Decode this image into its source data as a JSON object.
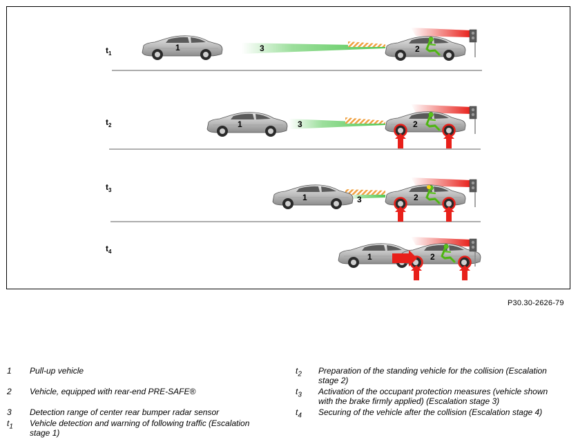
{
  "figure_code": "P30.30-2626-79",
  "callouts": {
    "pullup": "1",
    "equipped": "2",
    "range": "3"
  },
  "stages": [
    {
      "label_base": "t",
      "label_sub": "1"
    },
    {
      "label_base": "t",
      "label_sub": "2"
    },
    {
      "label_base": "t",
      "label_sub": "3"
    },
    {
      "label_base": "t",
      "label_sub": "4"
    }
  ],
  "legend": [
    {
      "key_base": "1",
      "key_sub": "",
      "text": "Pull-up vehicle"
    },
    {
      "key_base": "2",
      "key_sub": "",
      "text": "Vehicle, equipped with rear-end PRE-SAFE®"
    },
    {
      "key_base": "3",
      "key_sub": "",
      "text": "Detection range of center rear bumper radar sensor"
    },
    {
      "key_base": "t",
      "key_sub": "1",
      "text": "Vehicle detection and warning of following traffic (Escalation stage 1)"
    },
    {
      "key_base": "t",
      "key_sub": "2",
      "text": "Preparation of the standing vehicle for the collision (Escalation stage 2)"
    },
    {
      "key_base": "t",
      "key_sub": "3",
      "text": "Activation of the occupant protection measures (vehicle shown with the brake firmly applied) (Escalation stage 3)"
    },
    {
      "key_base": "t",
      "key_sub": "4",
      "text": "Securing of the vehicle after the collision (Escalation stage 4)"
    }
  ],
  "colors": {
    "radar": "#4bc44b",
    "hazard_stripe": "#f0a040",
    "warning_red": "#e8201a",
    "car_silver": "#c8c8c8",
    "dummy_green": "#59c21b",
    "ground_line": "#909090"
  }
}
